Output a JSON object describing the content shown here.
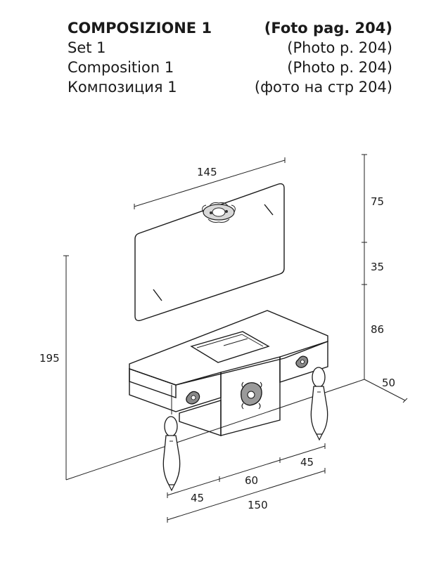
{
  "header": {
    "rows": [
      {
        "left": "COMPOSIZIONE  1",
        "right": "(Foto pag. 204)"
      },
      {
        "left": "Set  1",
        "right": "(Photo p. 204)"
      },
      {
        "left": "Composition 1",
        "right": "(Photo p.  204)"
      },
      {
        "left": "Композиция 1",
        "right": "(фото на стр 204)"
      }
    ]
  },
  "dimensions": {
    "mirror_width": "145",
    "mirror_height": "75",
    "gap_height": "35",
    "cabinet_height": "86",
    "depth": "50",
    "total_height": "195",
    "drawer_right_width": "45",
    "center_width": "60",
    "drawer_left_width": "45",
    "total_width": "150"
  }
}
